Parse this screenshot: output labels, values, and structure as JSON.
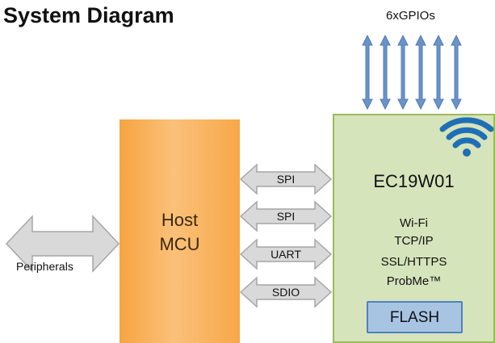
{
  "title": "System Diagram",
  "gpio_label": "6xGPIOs",
  "host": {
    "line1": "Host",
    "line2": "MCU"
  },
  "module": {
    "name": "EC19W01",
    "features": [
      "Wi-Fi",
      "TCP/IP",
      "SSL/HTTPS",
      "ProbMe™"
    ],
    "flash": "FLASH"
  },
  "buses": [
    "SPI",
    "SPI",
    "UART",
    "SDIO"
  ],
  "peripherals_label": "Peripherals",
  "colors": {
    "host_fill": "#f7a849",
    "module_fill": "#d6e4bc",
    "module_border": "#9cbb59",
    "arrow_fill": "#d9d9d9",
    "arrow_stroke": "#a6a6a6",
    "gpio_arrow": "#6b93c8",
    "wifi_icon": "#1e6fb5",
    "flash_fill": "#a8c4e3"
  }
}
